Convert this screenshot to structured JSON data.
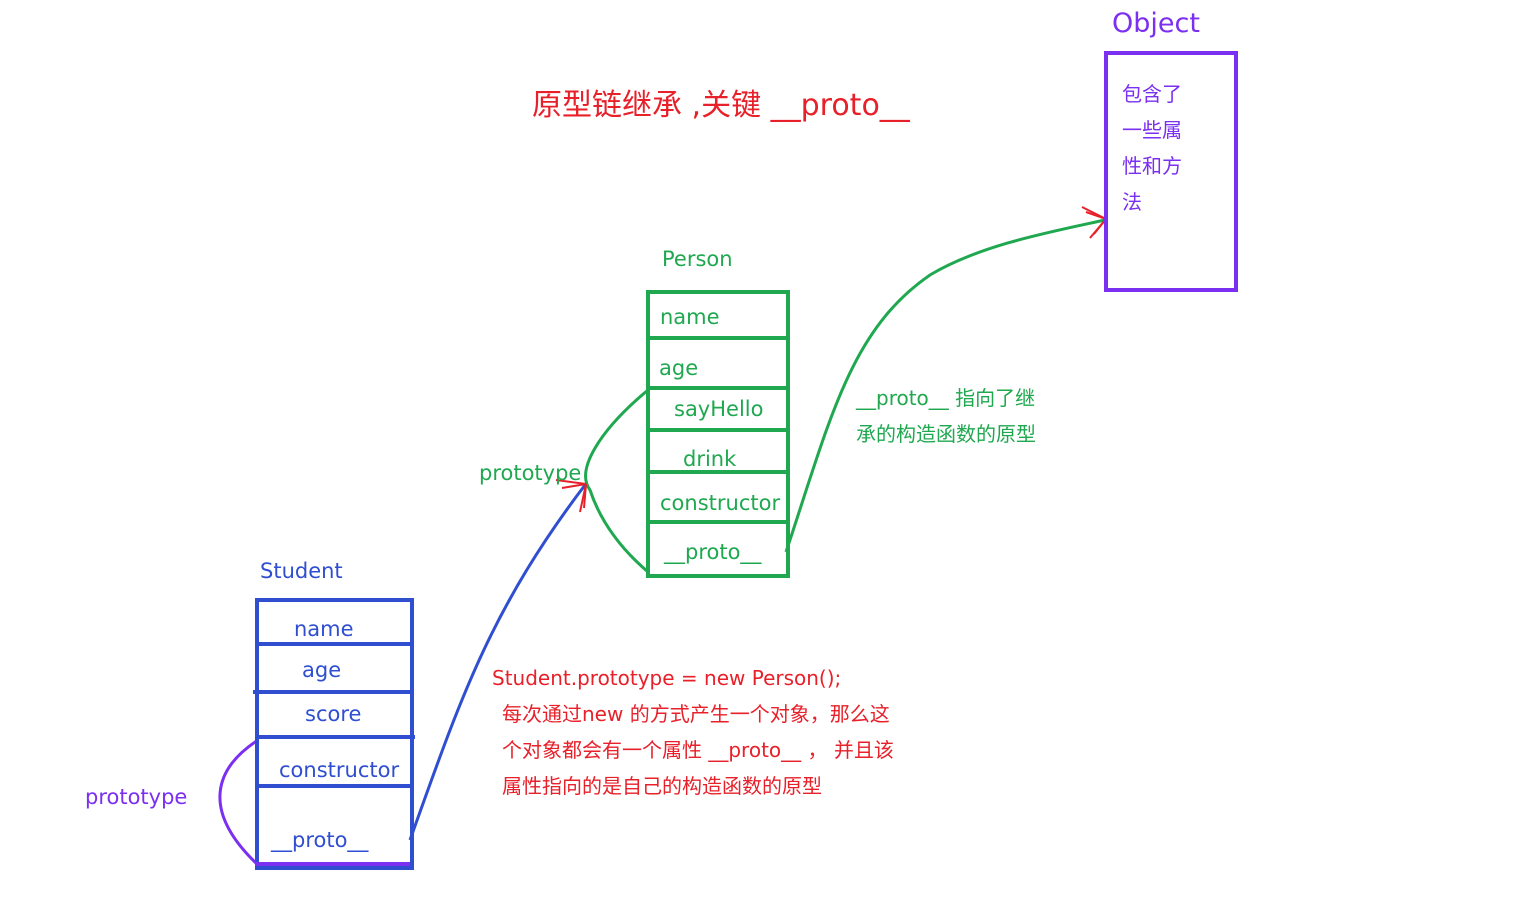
{
  "title": "原型链继承 ,关键 __proto__",
  "colors": {
    "student": "#2f4ed0",
    "person": "#1fa84f",
    "object": "#7b2ff0",
    "note": "#e8202a",
    "arrowhead": "#e8202a"
  },
  "object": {
    "label": "Object",
    "lines": [
      "包含了",
      "一些属",
      "性和方",
      "法"
    ]
  },
  "person": {
    "label": "Person",
    "fields": [
      "name",
      "age",
      "sayHello",
      "drink",
      "constructor",
      "__proto__"
    ],
    "prototype_label": "prototype",
    "proto_note": [
      "__proto__ 指向了继",
      "承的构造函数的原型"
    ]
  },
  "student": {
    "label": "Student",
    "fields": [
      "name",
      "age",
      "score",
      "constructor",
      "__proto__"
    ],
    "prototype_label": "prototype"
  },
  "note": {
    "lines": [
      "Student.prototype =  new Person();",
      "每次通过new 的方式产生一个对象，那么这",
      "个对象都会有一个属性 __proto__ ， 并且该",
      "属性指向的是自己的构造函数的原型"
    ]
  }
}
